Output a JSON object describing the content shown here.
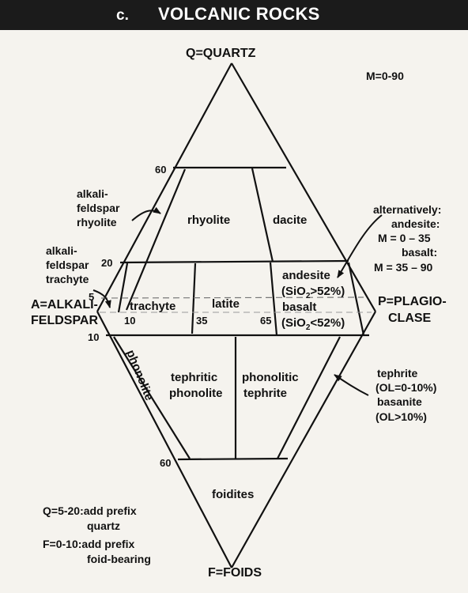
{
  "header": {
    "letter": "c.",
    "title": "VOLCANIC ROCKS"
  },
  "colors": {
    "header_bg": "#1b1b1b",
    "header_text": "#ffffff",
    "ink": "#111111",
    "paper": "#f5f3ee"
  },
  "apexes": {
    "q": "Q=QUARTZ",
    "a_line1": "A=ALKALI-",
    "a_line2": "FELDSPAR",
    "p_line1": "P=PLAGIO-",
    "p_line2": "CLASE",
    "f": "F=FOIDS"
  },
  "m_range": "M=0-90",
  "scale_labels": {
    "q60": "60",
    "q20": "20",
    "q5": "5",
    "f10": "10",
    "f60": "60",
    "ap10": "10",
    "ap35": "35",
    "ap65": "65"
  },
  "fields": {
    "rhyolite": "rhyolite",
    "dacite": "dacite",
    "trachyte": "trachyte",
    "latite": "latite",
    "andesite": "andesite",
    "andesite_cond_pre": "(SiO",
    "andesite_cond_sub": "2",
    "andesite_cond_post": ">52%)",
    "basalt": "basalt",
    "basalt_cond_pre": "(SiO",
    "basalt_cond_sub": "2",
    "basalt_cond_post": "<52%)",
    "phonolite": "phonolite",
    "tephritic_phonolite_1": "tephritic",
    "tephritic_phonolite_2": "phonolite",
    "phonolitic_tephrite_1": "phonolitic",
    "phonolitic_tephrite_2": "tephrite",
    "foidites": "foidites"
  },
  "callouts": {
    "afr_1": "alkali-",
    "afr_2": "feldspar",
    "afr_3": "rhyolite",
    "aft_1": "alkali-",
    "aft_2": "feldspar",
    "aft_3": "trachyte",
    "alt_1": "alternatively:",
    "alt_2": "andesite:",
    "alt_3": "M = 0 – 35",
    "alt_4": "basalt:",
    "alt_5": "M = 35 – 90",
    "teph_1": "tephrite",
    "teph_2": "(OL=0-10%)",
    "teph_3": "basanite",
    "teph_4": "(OL>10%)"
  },
  "notes": {
    "q_1": "Q=5-20:add prefix",
    "q_2": "quartz",
    "f_1": "F=0-10:add prefix",
    "f_2": "foid-bearing"
  }
}
